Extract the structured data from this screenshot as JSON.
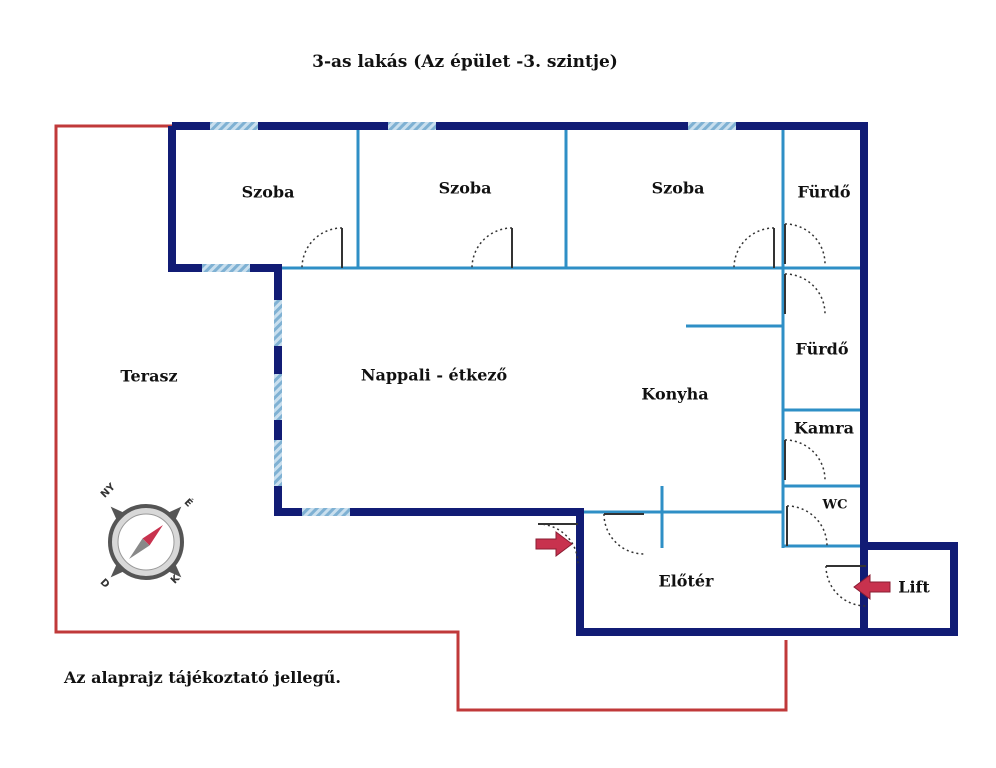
{
  "title": "3-as lakás (Az épület -3. szintje)",
  "note": "Az alaprajz tájékoztató jellegű.",
  "rooms": {
    "szoba_1": "Szoba",
    "szoba_2": "Szoba",
    "szoba_3": "Szoba",
    "furdo_1": "Fürdő",
    "furdo_2": "Fürdő",
    "kamra": "Kamra",
    "wc": "WC",
    "nappali": "Nappali - étkező",
    "konyha": "Konyha",
    "eloter": "Előtér",
    "terasz": "Terasz",
    "lift": "Lift"
  },
  "compass": {
    "north": "NY",
    "east": "É",
    "south": "D",
    "west": "K"
  },
  "colors": {
    "outer_wall": "#111c75",
    "inner_wall": "#2e8fc6",
    "terrace_outline": "#c0393a",
    "window": "#9cc3dd",
    "door_arc": "#333333",
    "entry_arrow": "#c8324e"
  }
}
